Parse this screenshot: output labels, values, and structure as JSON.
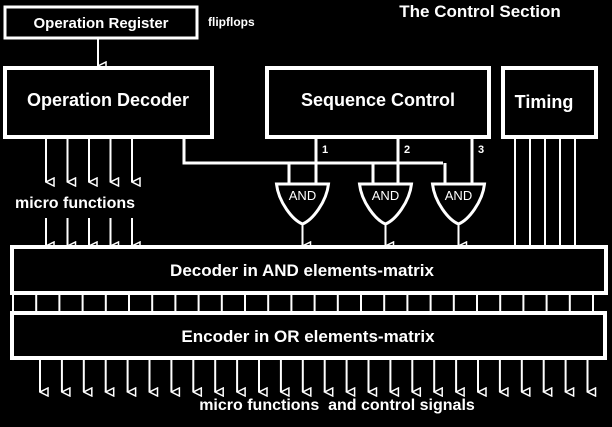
{
  "title": "The Control Section",
  "colors": {
    "background": "#000000",
    "foreground": "#ffffff"
  },
  "blocks": {
    "operation_register": "Operation Register",
    "operation_register_note": "flipflops",
    "operation_decoder": "Operation Decoder",
    "sequence_control": "Sequence Control",
    "timing": "Timing",
    "decoder_matrix": "Decoder in AND elements-matrix",
    "encoder_matrix": "Encoder in OR elements-matrix"
  },
  "sequence_outputs": [
    "1",
    "2",
    "3"
  ],
  "gates": [
    {
      "type": "AND",
      "label": "AND"
    },
    {
      "type": "AND",
      "label": "AND"
    },
    {
      "type": "AND",
      "label": "AND"
    }
  ],
  "labels": {
    "micro_functions": "micro functions",
    "outputs": "micro functions  and control signals"
  },
  "counts": {
    "decoder_micro_function_lines": 5,
    "timing_lines": 5,
    "matrix_connectors": 26,
    "output_signals": 26
  }
}
